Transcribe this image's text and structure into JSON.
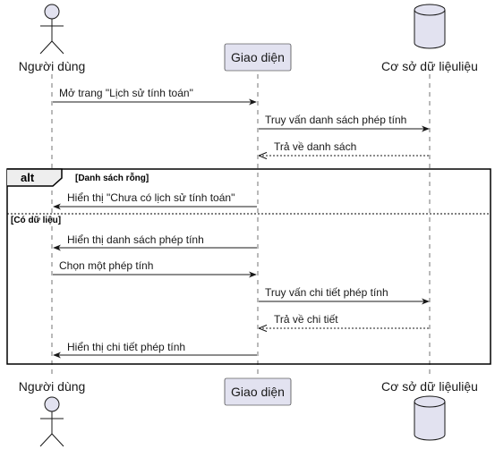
{
  "participants": {
    "user": "Người dùng",
    "ui": "Giao diện",
    "db": "Cơ sở dữ liệuliệu"
  },
  "fragment": {
    "operator": "alt",
    "guard_1": "[Danh sách rỗng]",
    "guard_2": "[Có dữ liệu]"
  },
  "messages": [
    "Mở trang \"Lịch sử tính toán\"",
    "Truy vấn danh sách phép tính",
    "Trả về danh sách",
    "Hiển thị \"Chưa có lịch sử tính toán\"",
    "Hiển thị danh sách phép tính",
    "Chọn một phép tính",
    "Truy vấn chi tiết phép tính",
    "Trả về chi tiết",
    "Hiển thị chi tiết phép tính"
  ],
  "colors": {
    "participant_fill": "#E2E2F0",
    "line": "#181818",
    "lifeline": "#181818"
  }
}
